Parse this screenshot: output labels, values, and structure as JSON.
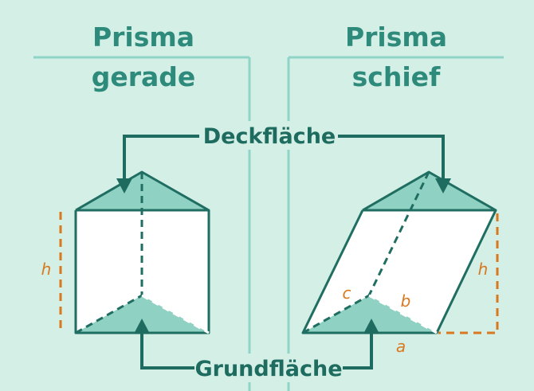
{
  "colors": {
    "background": "#d3efe6",
    "title": "#2e8a7b",
    "divider": "#8fd4c6",
    "face_fill": "#8fd1c2",
    "edge": "#1f6e61",
    "arrow": "#1e6c5f",
    "height_marker": "#d9791f",
    "side_face": "#ffffff"
  },
  "left_panel": {
    "title_line1": "Prisma",
    "title_line2": "gerade",
    "height_label": "h"
  },
  "right_panel": {
    "title_line1": "Prisma",
    "title_line2": "schief",
    "height_label": "h",
    "edge_labels": {
      "a": "a",
      "b": "b",
      "c": "c"
    }
  },
  "labels": {
    "top_face": "Deckfläche",
    "base_face": "Grundfläche"
  }
}
